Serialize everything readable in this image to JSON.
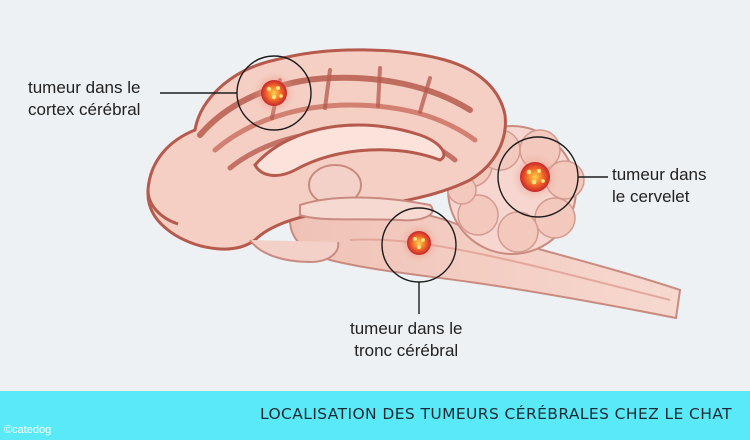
{
  "labels": {
    "cortex": {
      "line1": "tumeur dans le",
      "line2": "cortex cérébral"
    },
    "cerebellum": {
      "line1": "tumeur dans",
      "line2": "le cervelet"
    },
    "brainstem": {
      "line1": "tumeur dans le",
      "line2": "tronc cérébral"
    }
  },
  "footer": {
    "title": "LOCALISATION DES TUMEURS CÉRÉBRALES CHEZ LE CHAT",
    "copyright": "©catedog"
  },
  "colors": {
    "background": "#eef1f4",
    "footer_band": "#5ae9f7",
    "brain_tissue": "#f4c7bb",
    "brain_outline": "#b65a4e",
    "tumor": "#e8422a",
    "tumor_highlight": "#ffcf3a"
  }
}
